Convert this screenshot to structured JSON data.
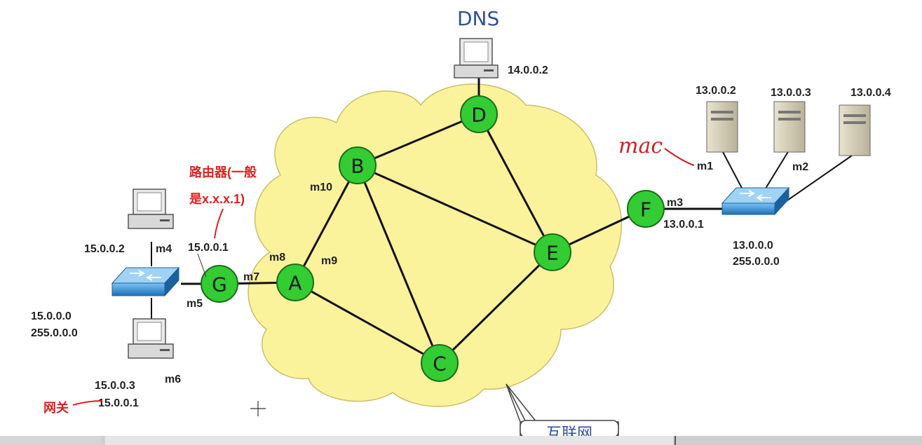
{
  "diagram": {
    "dns_title": "DNS",
    "dns_ip": "14.0.0.2",
    "nodes": {
      "A": "A",
      "B": "B",
      "C": "C",
      "D": "D",
      "E": "E",
      "F": "F",
      "G": "G"
    },
    "ports": {
      "m1": "m1",
      "m2": "m2",
      "m3": "m3",
      "m4": "m4",
      "m5": "m5",
      "m6": "m6",
      "m7": "m7",
      "m8": "m8",
      "m9": "m9",
      "m10": "m10"
    },
    "right_network": {
      "server_ips": [
        "13.0.0.2",
        "13.0.0.3",
        "13.0.0.4"
      ],
      "router_ip": "13.0.0.1",
      "network": "13.0.0.0",
      "mask": "255.0.0.0"
    },
    "left_network": {
      "pc_top_ip": "15.0.0.2",
      "router_ip": "15.0.0.1",
      "network": "15.0.0.0",
      "mask": "255.0.0.0",
      "pc_bottom_ip": "15.0.0.3",
      "gateway_ip": "15.0.0.1"
    },
    "annotations": {
      "router_note_line1": "路由器(一般",
      "router_note_line2": "是x.x.x.1)",
      "gateway": "网关",
      "mac": "mac",
      "internet": "互联网"
    },
    "colors": {
      "router_fill": "#33cc33",
      "cloud_fill": "#fbf29c",
      "switch_fill": "#2a8fd8",
      "annotation": "#e02020",
      "dns_title": "#2f4fa0"
    }
  }
}
